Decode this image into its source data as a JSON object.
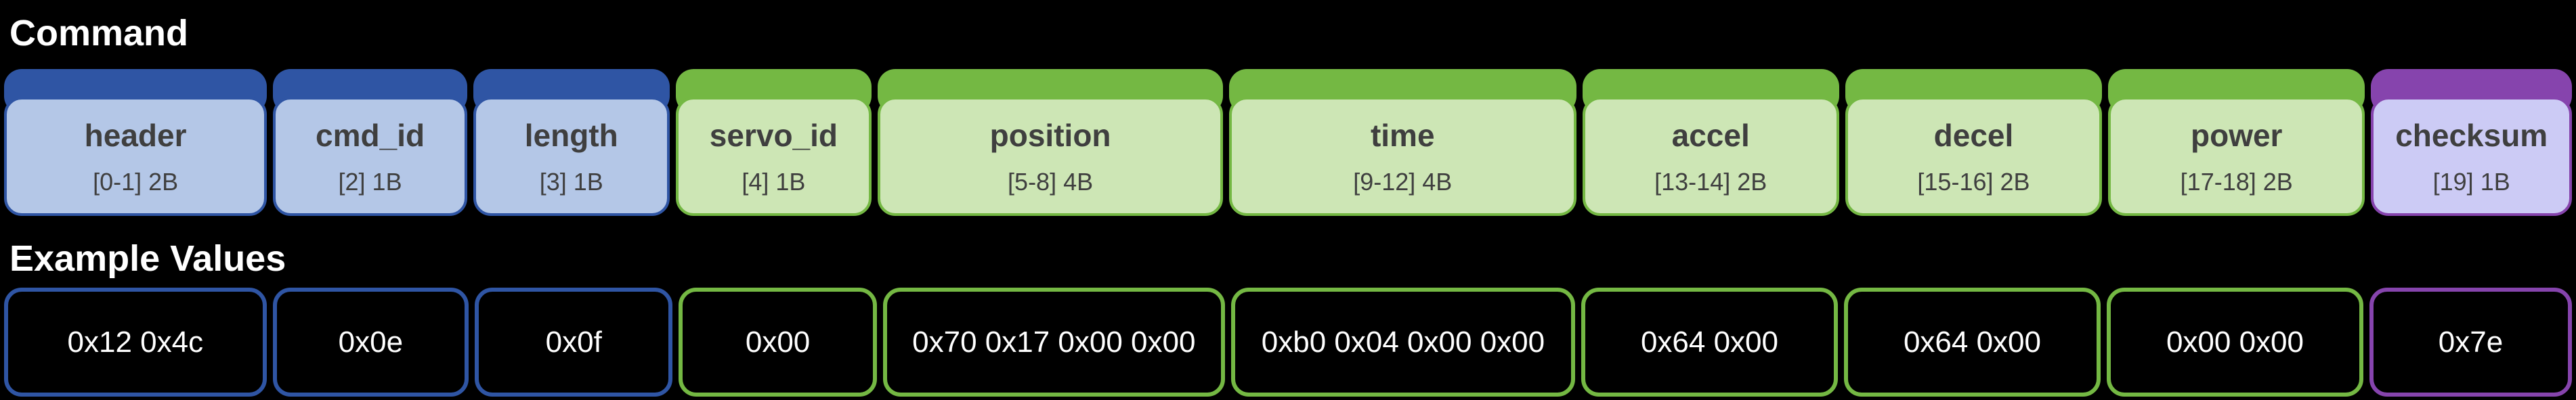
{
  "titles": {
    "command": "Command",
    "example_values": "Example Values"
  },
  "colors": {
    "background": "#000000",
    "title_text": "#ffffff",
    "field_text": "#3f3f3f",
    "value_text": "#ffffff",
    "blue_dark": "#2f55a4",
    "blue_light": "#b4c7e7",
    "green_dark": "#74b843",
    "green_light": "#cde6b5",
    "purple_dark": "#8644ad",
    "purple_light": "#cccbf5"
  },
  "fields": [
    {
      "name": "header",
      "bytes": "[0-1] 2B",
      "value": "0x12 0x4c",
      "group": "blue",
      "rel_width": 390
    },
    {
      "name": "cmd_id",
      "bytes": "[2] 1B",
      "value": "0x0e",
      "group": "blue",
      "rel_width": 288
    },
    {
      "name": "length",
      "bytes": "[3] 1B",
      "value": "0x0f",
      "group": "blue",
      "rel_width": 291
    },
    {
      "name": "servo_id",
      "bytes": "[4] 1B",
      "value": "0x00",
      "group": "green",
      "rel_width": 291
    },
    {
      "name": "position",
      "bytes": "[5-8] 4B",
      "value": "0x70 0x17 0x00 0x00",
      "group": "green",
      "rel_width": 512
    },
    {
      "name": "time",
      "bytes": "[9-12] 4B",
      "value": "0xb0 0x04 0x00 0x00",
      "group": "green",
      "rel_width": 515
    },
    {
      "name": "accel",
      "bytes": "[13-14] 2B",
      "value": "0x64 0x00",
      "group": "green",
      "rel_width": 381
    },
    {
      "name": "decel",
      "bytes": "[15-16] 2B",
      "value": "0x64 0x00",
      "group": "green",
      "rel_width": 381
    },
    {
      "name": "power",
      "bytes": "[17-18] 2B",
      "value": "0x00 0x00",
      "group": "green",
      "rel_width": 381
    },
    {
      "name": "checksum",
      "bytes": "[19] 1B",
      "value": "0x7e",
      "group": "purple",
      "rel_width": 298
    }
  ]
}
